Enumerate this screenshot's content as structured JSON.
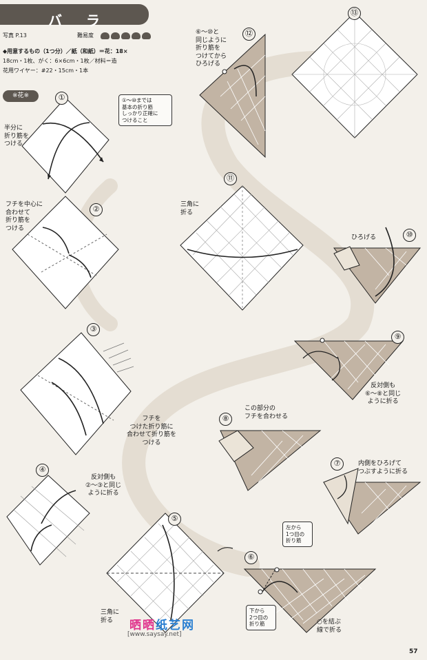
{
  "title": "バ ラ",
  "subtitle": {
    "photo": "写真 P.13",
    "difficulty_label": "難易度",
    "difficulty_level": 5
  },
  "materials": {
    "line1": "◆用意するもの（1つ分）／紙（和紙）＝花：18×",
    "line2": "18cm・1枚、がく：6×6cm・1枚／材料＝造",
    "line3": "花用ワイヤー：#22・15cm・1本"
  },
  "section_label": "※花※",
  "steps": [
    "①",
    "②",
    "③",
    "④",
    "⑤",
    "⑥",
    "⑦",
    "⑧",
    "⑨",
    "⑩",
    "⑪",
    "⑫",
    "⑬"
  ],
  "notes": {
    "n1": "①～⑩までは\n基本の折り筋\nしっかり正確に\nつけること",
    "n6a": "左から\n1つ目の\n折り筋",
    "n6b": "下から\n2つ目の\n折り筋"
  },
  "labels": {
    "s1": "半分に\n折り筋を\nつける",
    "s2": "フチを中心に\n合わせて\n折り筋を\nつける",
    "s3": "フチを\nつけた折り筋に\n合わせて折り筋を\nつける",
    "s4": "反対側も\n②～③と同じ\nように折る",
    "s5": "三角に\n折る",
    "s6": "○を結ぶ\n線で折る",
    "s7": "内側をひろげて\nつぶすように折る",
    "s8": "この部分の\nフチを合わせる",
    "s9": "反対側も\n⑥～⑧と同じ\nように折る",
    "s10": "ひろげる",
    "s11": "三角に\n折る",
    "s12": "⑥～⑩と\n同じように\n折り筋を\nつけてから\nひろげる"
  },
  "logo": {
    "part1": "晒晒",
    "part2": "纸艺网"
  },
  "url": "[www.saysay.net]",
  "page_number": "57",
  "colors": {
    "paper_color": "#c2b4a4",
    "dark_band": "#5d5750",
    "background": "#f3f0ea"
  }
}
